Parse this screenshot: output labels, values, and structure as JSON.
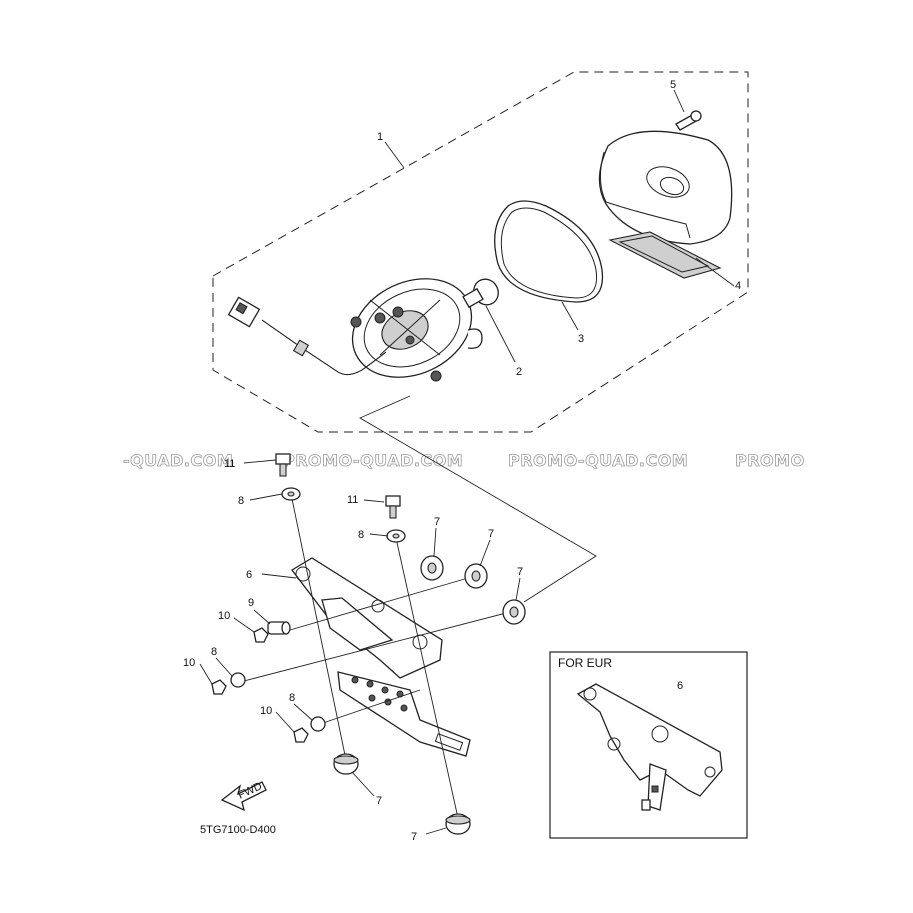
{
  "watermarks": [
    "-QUAD.COM",
    "PROMO-QUAD.COM",
    "PROMO-QUAD.COM",
    "PROMO"
  ],
  "callouts": {
    "c1": "1",
    "c2": "2",
    "c3": "3",
    "c4": "4",
    "c5": "5",
    "c6": "6",
    "c6b": "6",
    "c7a": "7",
    "c7b": "7",
    "c7c": "7",
    "c7d": "7",
    "c7e": "7",
    "c8a": "8",
    "c8b": "8",
    "c8c": "8",
    "c8d": "8",
    "c9": "9",
    "c10a": "10",
    "c10b": "10",
    "c10c": "10",
    "c11a": "11",
    "c11b": "11"
  },
  "inset_title": "FOR EUR",
  "direction_label": "FWD",
  "diagram_code": "5TG7100-D400"
}
